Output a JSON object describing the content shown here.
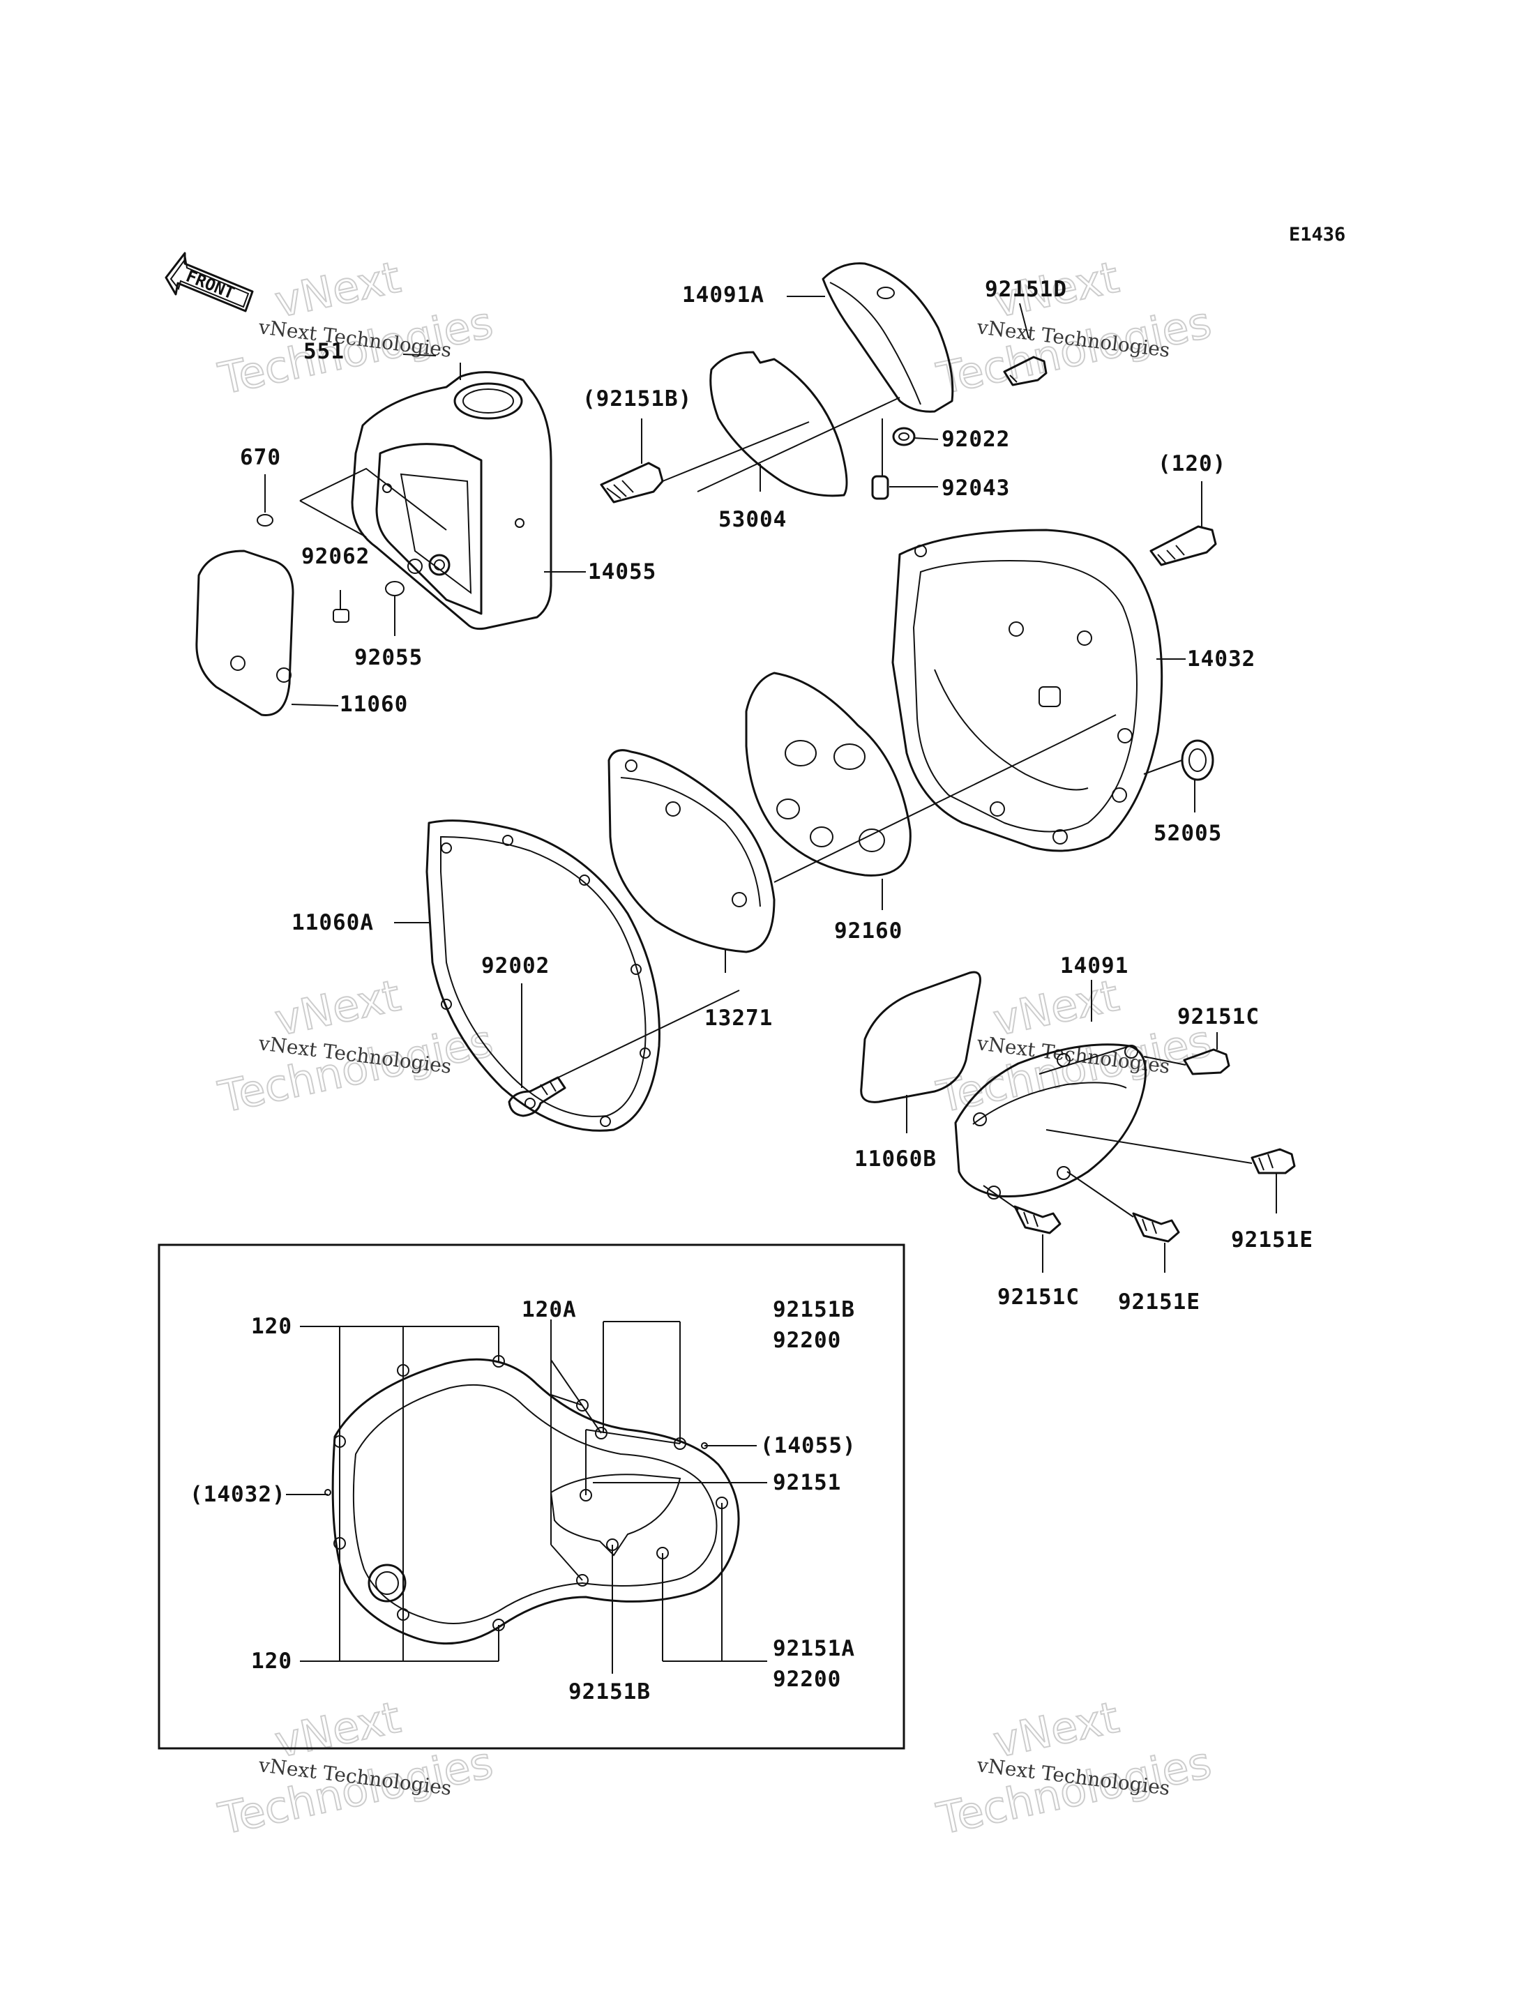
{
  "diagram_code": "E1436",
  "front_label": "FRONT",
  "watermark": {
    "line1": "vNext Technologies",
    "line2": "vNext",
    "line3": "Technologies"
  },
  "labels": {
    "p14091A": "14091A",
    "p92151D": "92151D",
    "p551": "551",
    "p92151B_paren": "(92151B)",
    "p670": "670",
    "p92022": "92022",
    "p92043": "92043",
    "p53004": "53004",
    "p120_paren": "(120)",
    "p14055": "14055",
    "p92062": "92062",
    "p92055": "92055",
    "p14032": "14032",
    "p11060": "11060",
    "p52005": "52005",
    "p11060A": "11060A",
    "p92160": "92160",
    "p92002": "92002",
    "p14091": "14091",
    "p92151C_a": "92151C",
    "p13271": "13271",
    "p11060B": "11060B",
    "p92151E_a": "92151E",
    "p92151C_b": "92151C",
    "p92151E_b": "92151E"
  },
  "inset": {
    "l120_top": "120",
    "l120A": "120A",
    "l92151B_top": "92151B",
    "l92200_top": "92200",
    "l14055_paren": "(14055)",
    "l14032_paren": "(14032)",
    "l92151": "92151",
    "l120_bottom": "120",
    "l92151A": "92151A",
    "l92200_bottom": "92200",
    "l92151B_bottom": "92151B"
  }
}
